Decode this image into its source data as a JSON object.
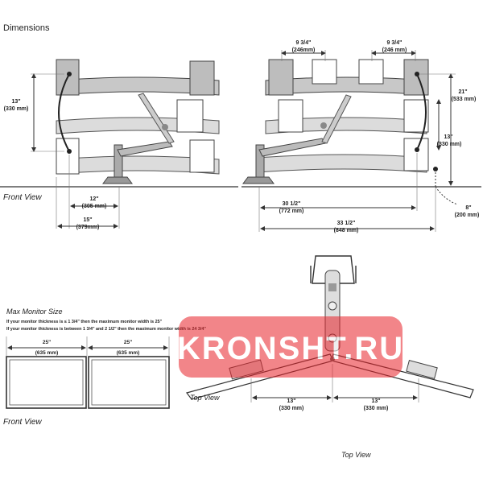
{
  "title": "Dimensions",
  "views": {
    "front_view_top": "Front View",
    "front_view_bottom": "Front View",
    "top_view_left": "Top View",
    "top_view_right": "Top View"
  },
  "dims": {
    "left_height": "13\"",
    "left_height_mm": "(330 mm)",
    "reach_12": "12\"",
    "reach_12_mm": "(305 mm)",
    "reach_15": "15\"",
    "reach_15_mm": "(379mm)",
    "top_w1": "9 3/4\"",
    "top_w1_mm": "(246mm)",
    "top_w2": "9 3/4\"",
    "top_w2_mm": "(246 mm)",
    "h21": "21\"",
    "h21_mm": "(533 mm)",
    "h13": "13\"",
    "h13_mm": "(330 mm)",
    "h8": "8\"",
    "h8_mm": "(200 mm)",
    "w30": "30 1/2\"",
    "w30_mm": "(772 mm)",
    "w33": "33 1/2\"",
    "w33_mm": "(848 mm)",
    "top13a": "13\"",
    "top13a_mm": "(330 mm)",
    "top13b": "13\"",
    "top13b_mm": "(330 mm)"
  },
  "max_monitor": {
    "heading": "Max Monitor Size",
    "line1": "If your monitor thickness is ≤ 1 3/4\" then the maximum monitor width is 25\"",
    "line2": "If your monitor thickness is between 1 3/4\" and 2 1/2\" then the maximum monitor width is 24 3/4\"",
    "w1": "25\"",
    "w1_mm": "(635 mm)",
    "w2": "25\"",
    "w2_mm": "(635 mm)"
  },
  "watermark": "KRONSHT.RU",
  "colors": {
    "watermark": "#e8232a",
    "line": "#333333",
    "monitor_fill": "#bdbdbd"
  }
}
